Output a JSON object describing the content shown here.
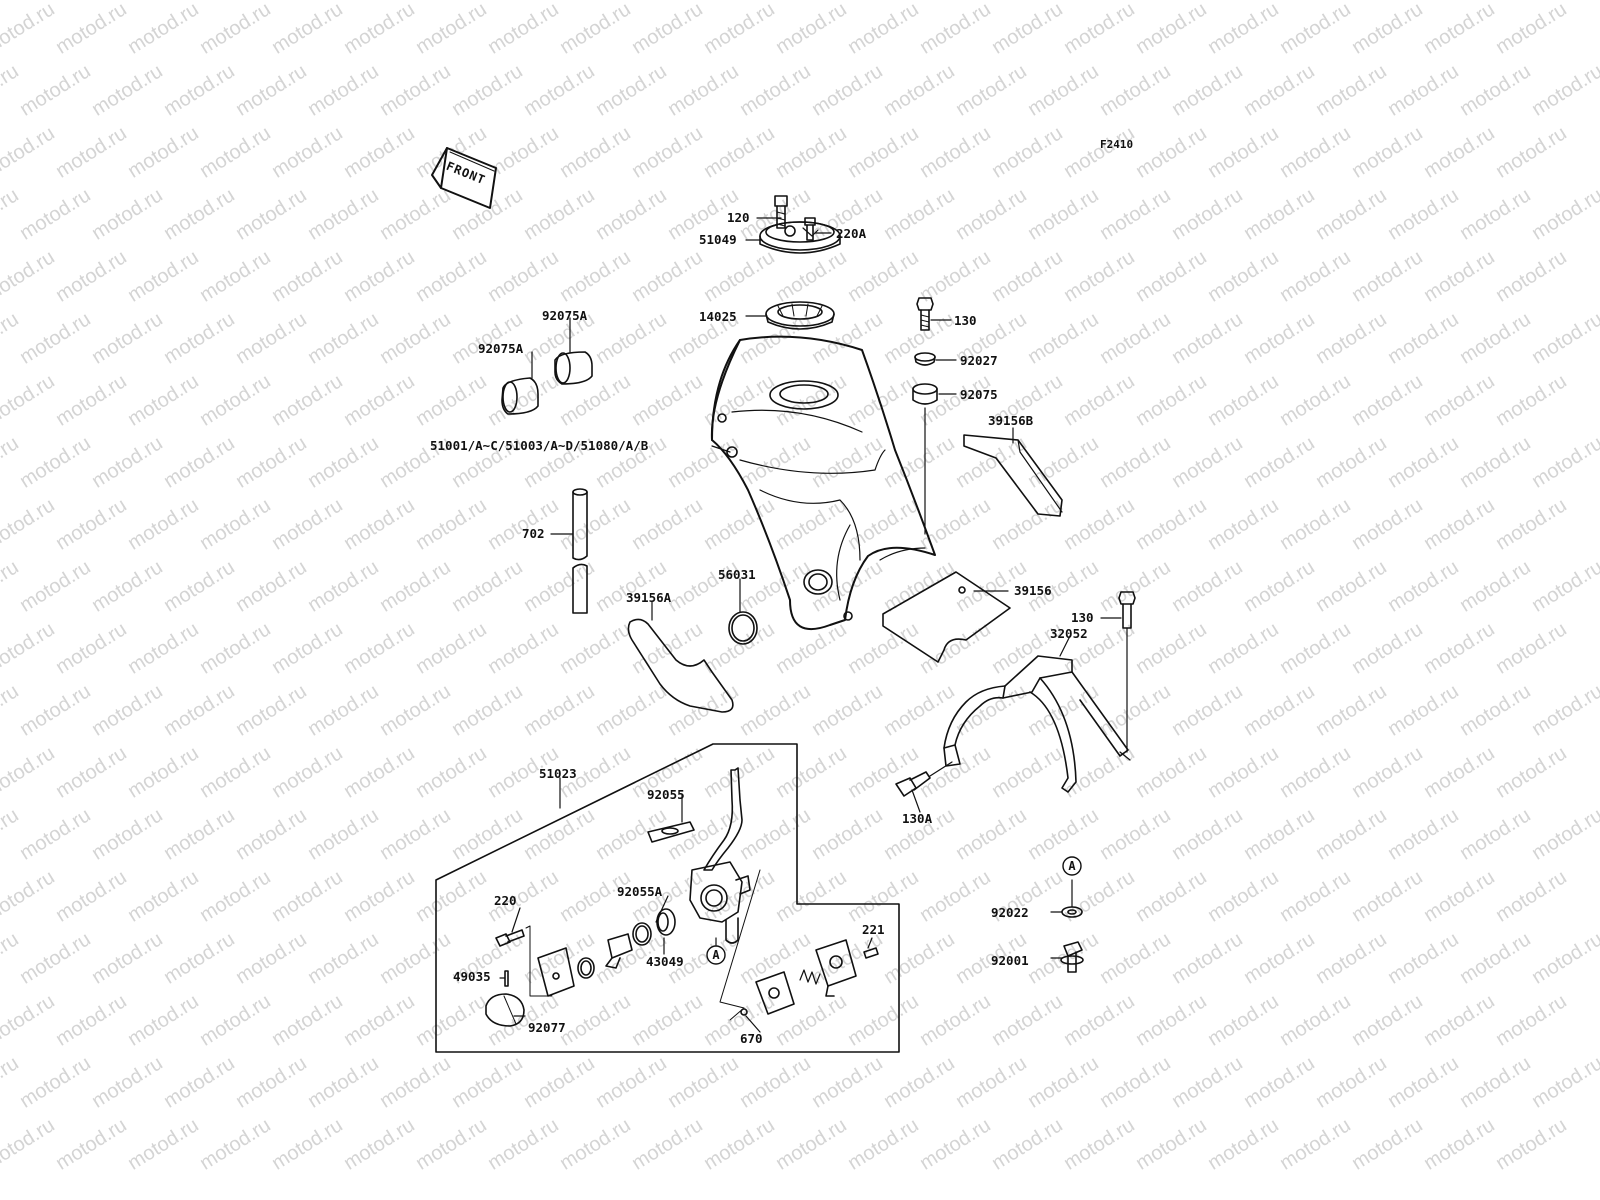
{
  "watermark": {
    "text": "motod.ru"
  },
  "figure_code": "F2410",
  "front_marker": "FRONT",
  "callout_a": "A",
  "parts": [
    {
      "id": "p120",
      "label": "120"
    },
    {
      "id": "p220A",
      "label": "220A"
    },
    {
      "id": "p51049",
      "label": "51049"
    },
    {
      "id": "p14025",
      "label": "14025"
    },
    {
      "id": "p130-top",
      "label": "130"
    },
    {
      "id": "p92027",
      "label": "92027"
    },
    {
      "id": "p92075",
      "label": "92075"
    },
    {
      "id": "p39156B",
      "label": "39156B"
    },
    {
      "id": "p92075A-top",
      "label": "92075A"
    },
    {
      "id": "p92075A-left",
      "label": "92075A"
    },
    {
      "id": "p51001",
      "label": "51001/A~C/51003/A~D/51080/A/B"
    },
    {
      "id": "p702",
      "label": "702"
    },
    {
      "id": "p56031",
      "label": "56031"
    },
    {
      "id": "p39156A",
      "label": "39156A"
    },
    {
      "id": "p39156",
      "label": "39156"
    },
    {
      "id": "p130-right",
      "label": "130"
    },
    {
      "id": "p32052",
      "label": "32052"
    },
    {
      "id": "p130A",
      "label": "130A"
    },
    {
      "id": "p51023",
      "label": "51023"
    },
    {
      "id": "p92055",
      "label": "92055"
    },
    {
      "id": "p92055A",
      "label": "92055A"
    },
    {
      "id": "p43049",
      "label": "43049"
    },
    {
      "id": "p220",
      "label": "220"
    },
    {
      "id": "p49035",
      "label": "49035"
    },
    {
      "id": "p92077",
      "label": "92077"
    },
    {
      "id": "p221",
      "label": "221"
    },
    {
      "id": "p670",
      "label": "670"
    },
    {
      "id": "p92022",
      "label": "92022"
    },
    {
      "id": "p92001",
      "label": "92001"
    }
  ]
}
